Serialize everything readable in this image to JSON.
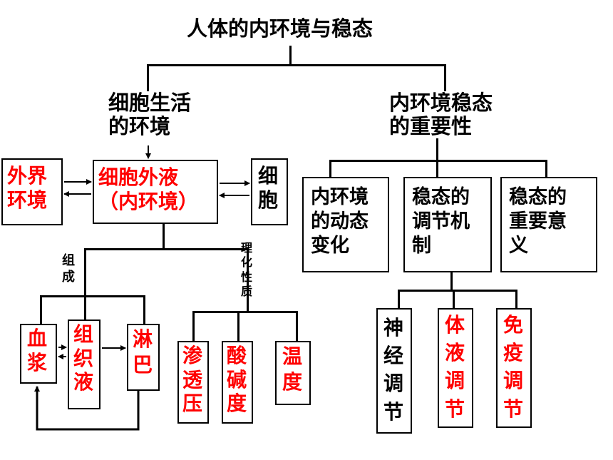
{
  "title": "人体的内环境与稳态",
  "left_branch": "细胞生活\n的环境",
  "right_branch": "内环境稳态\n的重要性",
  "env": {
    "outside": "外界\n环境",
    "inner": "细胞外液\n（内环境）",
    "cell": "细\n胞"
  },
  "composition": {
    "label": "组\n成",
    "items": [
      "血\n浆",
      "组\n织\n液",
      "淋\n巴"
    ]
  },
  "properties": {
    "label": "理\n化\n性\n质",
    "items": [
      "渗\n透\n压",
      "酸\n碱\n度",
      "温\n度"
    ]
  },
  "importance": {
    "items": [
      "内环境\n的动态\n变化",
      "稳态的\n调节机\n制",
      "稳态的\n重要意\n义"
    ]
  },
  "regulation": {
    "items": [
      "神\n经\n调\n节",
      "体\n液\n调\n节",
      "免\n疫\n调\n节"
    ]
  },
  "colors": {
    "highlight": "#ff0000",
    "line": "#000000"
  }
}
